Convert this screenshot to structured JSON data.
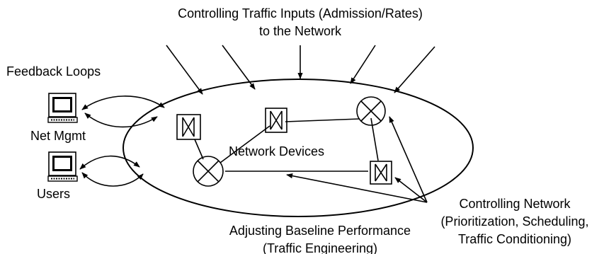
{
  "labels": {
    "top_line1": "Controlling Traffic Inputs (Admission/Rates)",
    "top_line2": "to the Network",
    "feedback": "Feedback Loops",
    "net_mgmt": "Net Mgmt",
    "users": "Users",
    "network_devices": "Network Devices",
    "bottom_center_line1": "Adjusting Baseline Performance",
    "bottom_center_line2": "(Traffic Engineering)",
    "right_line1": "Controlling Network",
    "right_line2": "(Prioritization, Scheduling,",
    "right_line3": "Traffic Conditioning)"
  },
  "icons": {
    "computer": "computer-icon",
    "switch": "switch-icon",
    "router": "router-icon"
  },
  "colors": {
    "stroke": "#000000",
    "background": "#ffffff"
  }
}
